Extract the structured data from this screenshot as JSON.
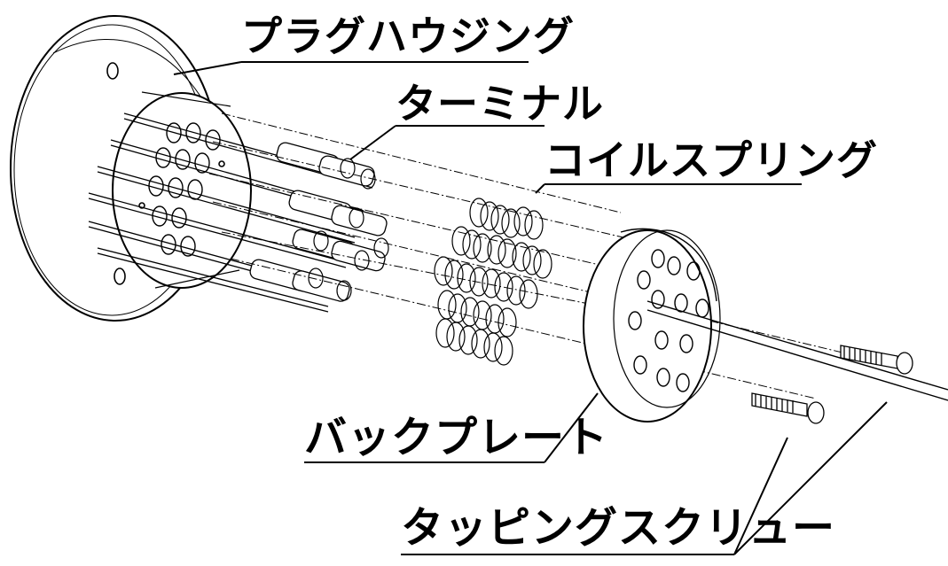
{
  "labels": {
    "plug_housing": "プラグハウジング",
    "terminal": "ターミナル",
    "coil_spring": "コイルスプリング",
    "back_plate": "バックプレート",
    "tapping_screw": "タッピングスクリュー"
  },
  "colors": {
    "line": "#000000",
    "background": "#ffffff"
  }
}
